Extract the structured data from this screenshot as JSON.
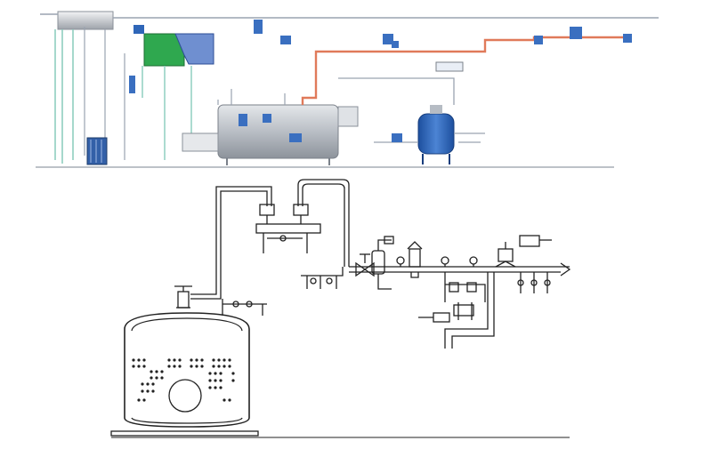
{
  "figure": {
    "description_visible_text": "",
    "colors": {
      "background": "#ffffff",
      "steam_line": "#e07a5a",
      "water_line": "#8fcfc0",
      "pipe": "#9aa3b0",
      "boiler_body": "#c9cdd3",
      "tank_fill": "#2f66b8",
      "green_tank": "#2fa84f",
      "line_dark": "#222222"
    },
    "panels": [
      {
        "name": "top",
        "kind": "colored-process-schematic"
      },
      {
        "name": "bottom",
        "kind": "line-drawing-piping-schematic"
      }
    ]
  }
}
